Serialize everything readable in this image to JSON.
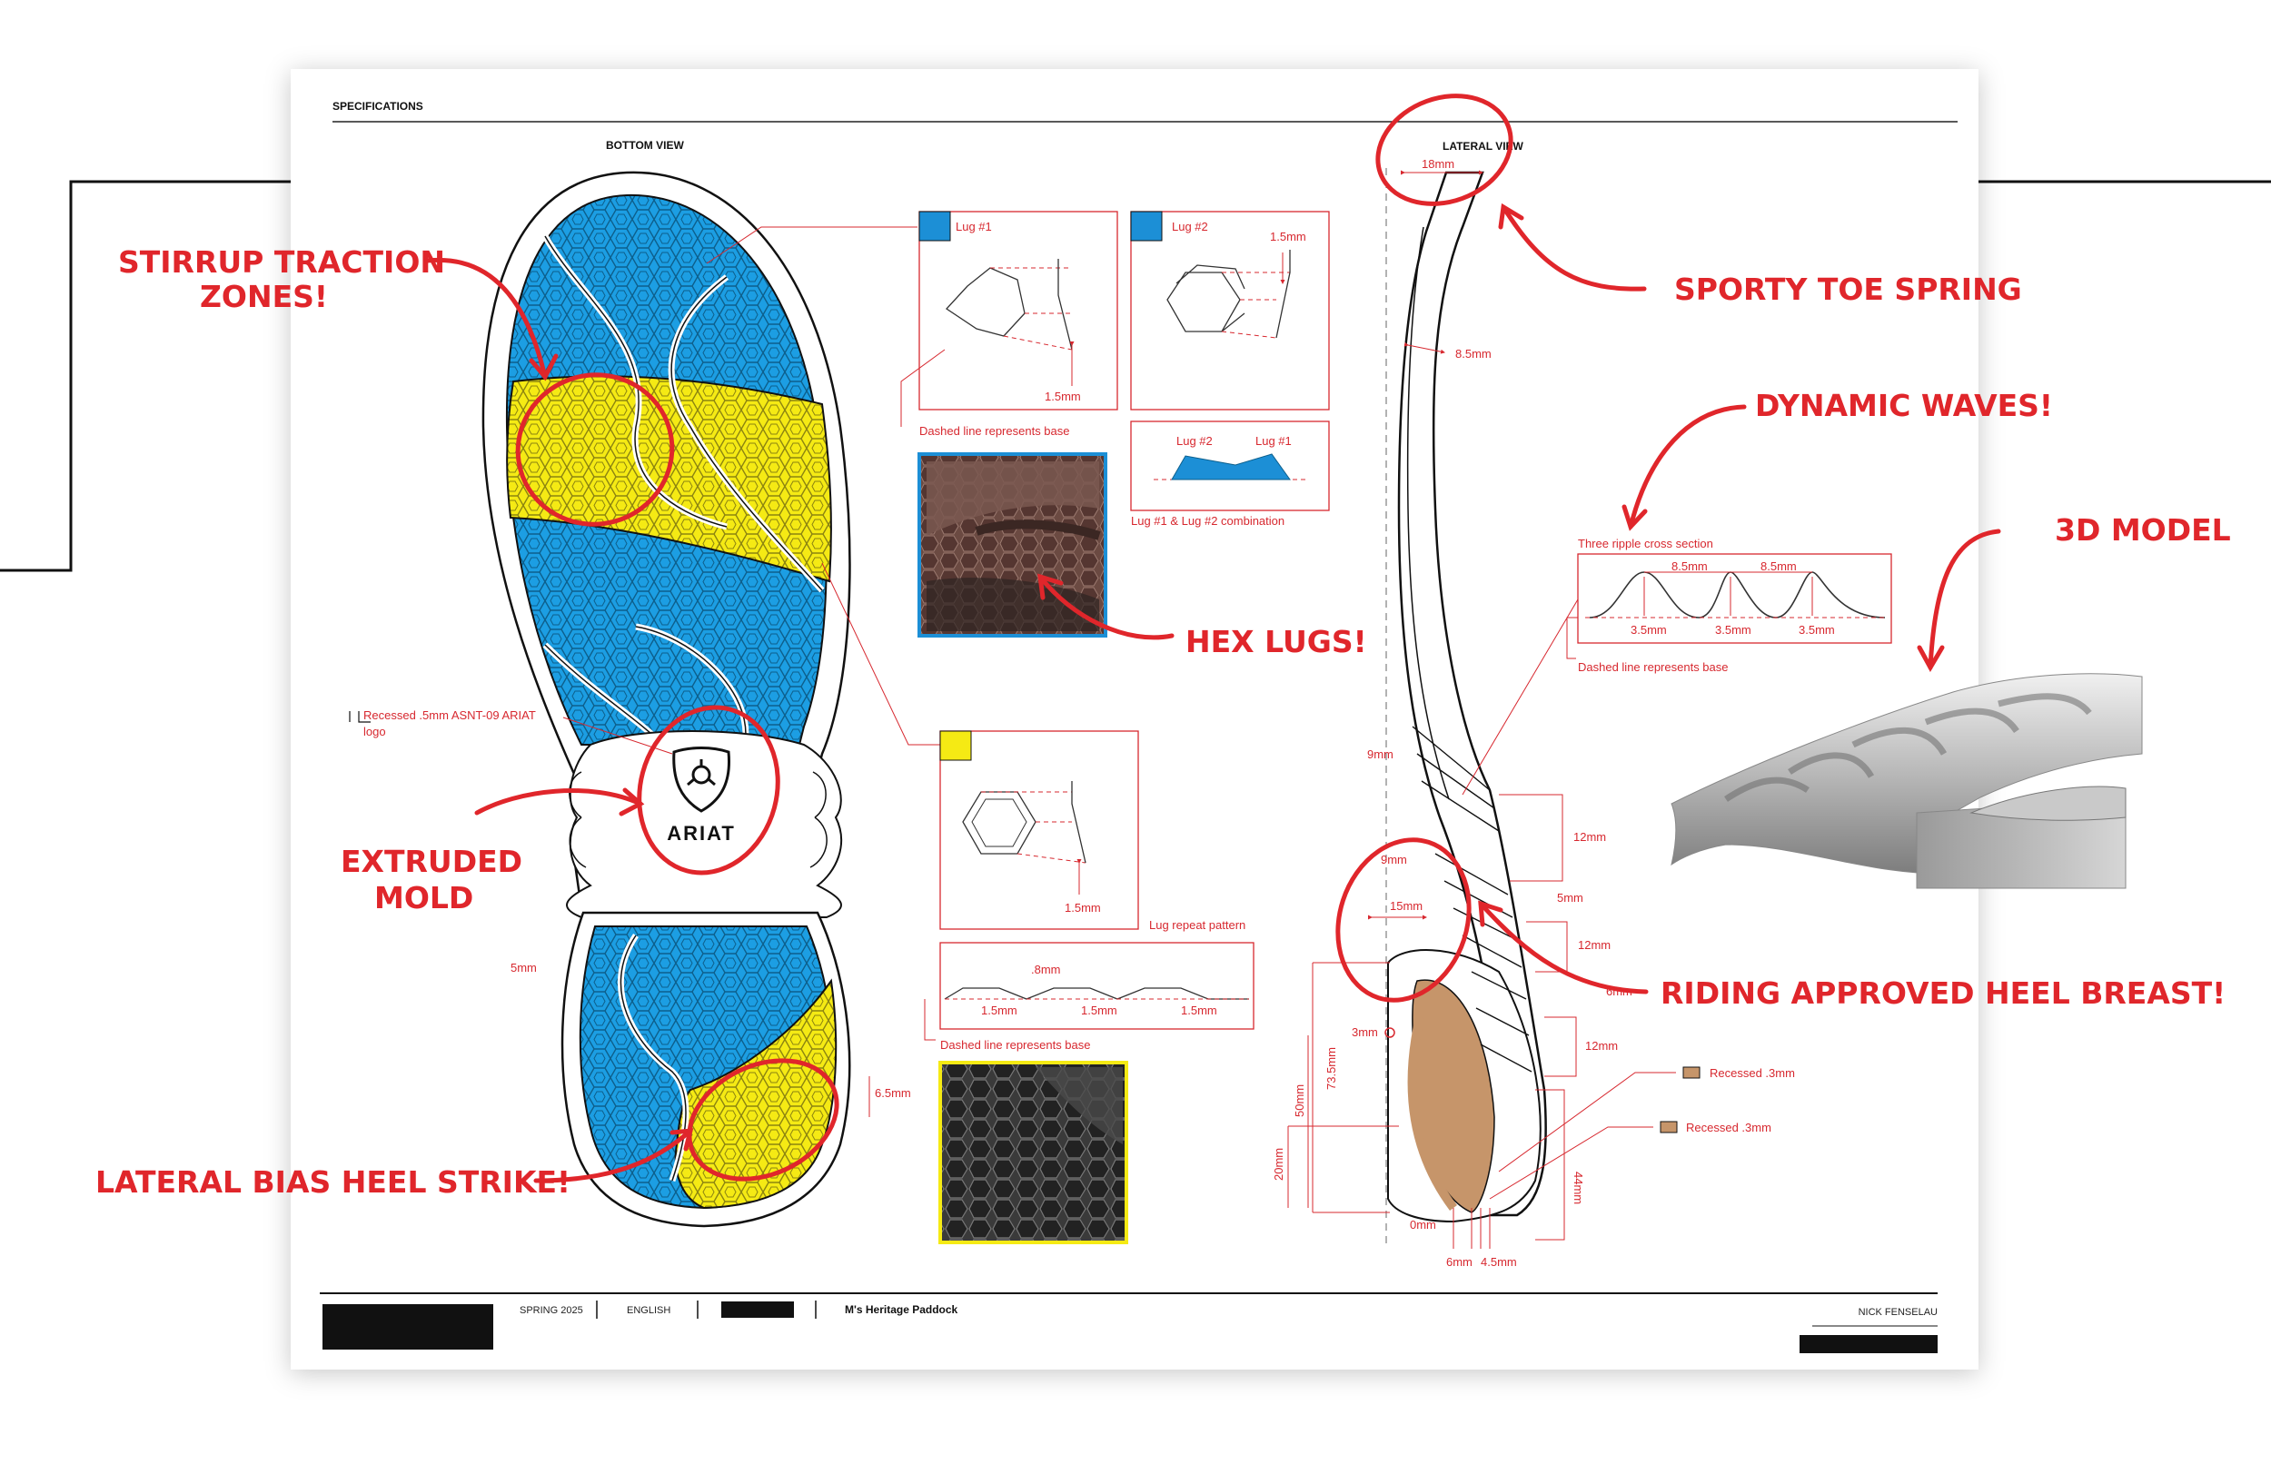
{
  "sheet": {
    "section": "SPECIFICATIONS",
    "bottom_view": "BOTTOM VIEW",
    "lateral_view": "LATERAL VIEW"
  },
  "callouts": {
    "stirrup_line1": "STIRRUP TRACTION",
    "stirrup_line2": "ZONES!",
    "extruded_line1": "EXTRUDED",
    "extruded_line2": "MOLD",
    "lateral_bias": "LATERAL BIAS HEEL STRIKE!",
    "hex_lugs": "HEX LUGS!",
    "toe_spring": "SPORTY TOE SPRING",
    "dynamic_waves": "DYNAMIC WAVES!",
    "model_3d": "3D MODEL",
    "heel_breast": "RIDING APPROVED HEEL BREAST!"
  },
  "lugs": {
    "lug1": "Lug #1",
    "lug2": "Lug #2",
    "lug1_dim": "1.5mm",
    "lug2_dim": "1.5mm",
    "dashed_base": "Dashed line represents base",
    "combo_lug2": "Lug #2",
    "combo_lug1": "Lug #1",
    "combo_caption": "Lug #1 & Lug #2 combination",
    "repeat_dim": "1.5mm",
    "repeat_caption": "Lug repeat pattern",
    "pattern_top": ".8mm",
    "pattern_d1": "1.5mm",
    "pattern_d2": "1.5mm",
    "pattern_d3": "1.5mm",
    "dashed_base_2": "Dashed line represents base"
  },
  "sole": {
    "logo_note_line1": "Recessed .5mm ASNT-09 ARIAT",
    "logo_note_line2": "logo",
    "brand": "ARIAT",
    "dim_5mm": "5mm",
    "dim_65mm": "6.5mm"
  },
  "lateral": {
    "dim_18": "18mm",
    "dim_85": "8.5mm",
    "ripple_title": "Three ripple cross section",
    "ripple_85a": "8.5mm",
    "ripple_85b": "8.5mm",
    "ripple_35a": "3.5mm",
    "ripple_35b": "3.5mm",
    "ripple_35c": "3.5mm",
    "ripple_base": "Dashed line represents base",
    "dim_9a": "9mm",
    "dim_9b": "9mm",
    "dim_12a": "12mm",
    "dim_5": "5mm",
    "dim_15": "15mm",
    "dim_12b": "12mm",
    "dim_6": "6mm",
    "dim_12c": "12mm",
    "dim_3": "3mm",
    "dim_735": "73.5mm",
    "dim_50": "50mm",
    "dim_20": "20mm",
    "recessed_1": "Recessed .3mm",
    "recessed_2": "Recessed .3mm",
    "dim_44": "44mm",
    "dim_0": "0mm",
    "dim_6b": "6mm",
    "dim_45": "4.5mm"
  },
  "footer": {
    "season": "SPRING 2025",
    "language": "ENGLISH",
    "product": "M's Heritage Paddock",
    "designer": "NICK FENSELAU"
  },
  "colors": {
    "annotation_red": "#e0262b",
    "spec_red": "#d7282f",
    "sole_blue": "#1c9ee3",
    "sole_yellow": "#f5ea14",
    "heel_tan": "#c6956a"
  }
}
